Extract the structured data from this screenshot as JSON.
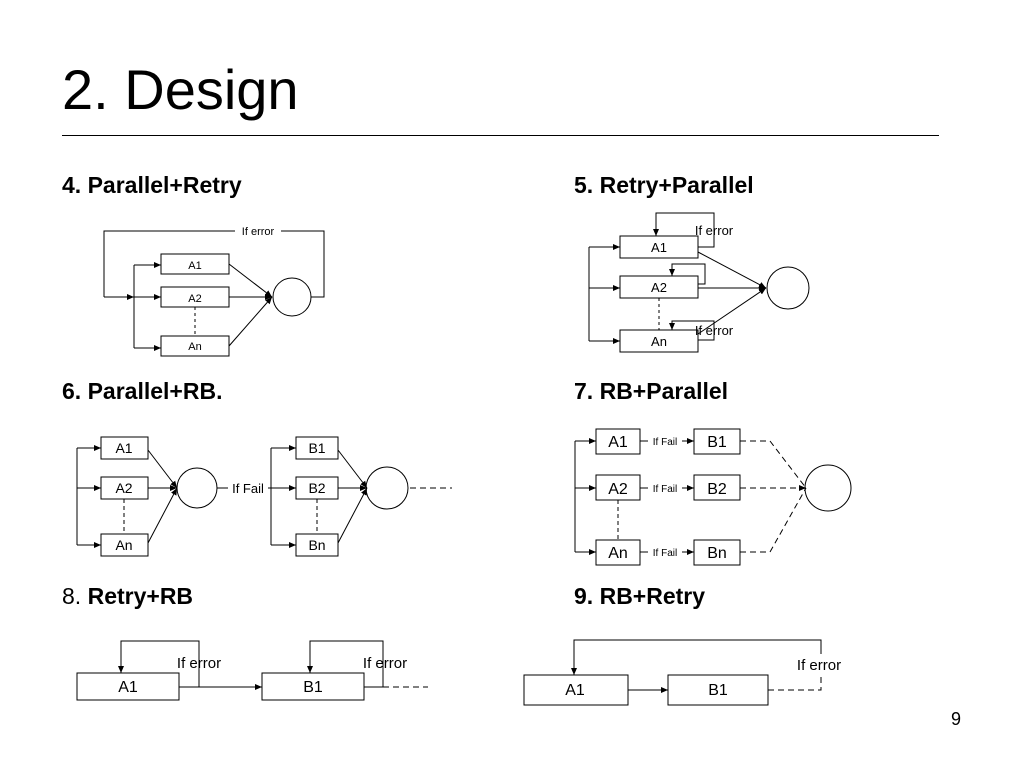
{
  "slide": {
    "title": "2. Design",
    "page_number": "9"
  },
  "sections": [
    {
      "id": "s4",
      "number": "4.",
      "label": "Parallel+Retry"
    },
    {
      "id": "s5",
      "number": "5.",
      "label": "Retry+Parallel"
    },
    {
      "id": "s6",
      "number": "6.",
      "label": "Parallel+RB."
    },
    {
      "id": "s7",
      "number": "7.",
      "label": "RB+Parallel"
    },
    {
      "id": "s8",
      "number": "8.",
      "label": "Retry+RB"
    },
    {
      "id": "s9",
      "number": "9.",
      "label": "RB+Retry"
    }
  ],
  "labels": {
    "a1": "A1",
    "a2": "A2",
    "an": "An",
    "b1": "B1",
    "b2": "B2",
    "bn": "Bn",
    "if_error": "If error",
    "if_fail": "If Fail"
  }
}
